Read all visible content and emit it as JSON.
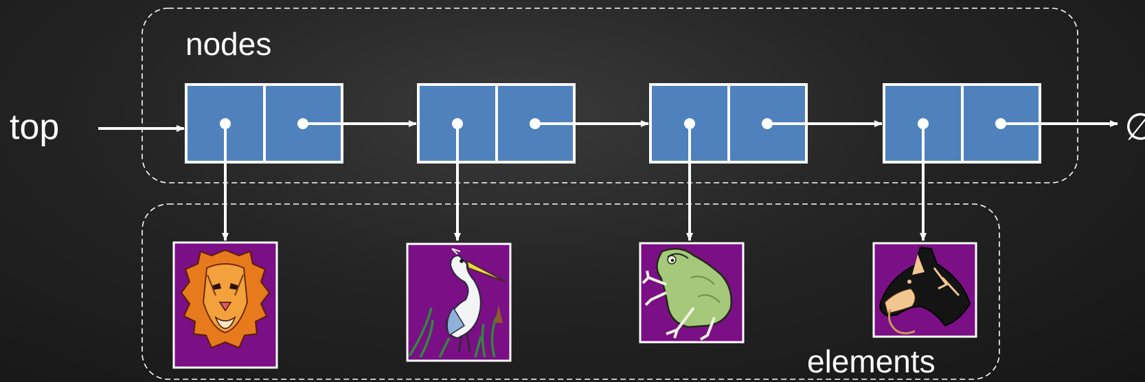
{
  "labels": {
    "top": "top",
    "nodes": "nodes",
    "elements": "elements",
    "null_symbol": "∅"
  },
  "colors": {
    "background": "#232323",
    "node_fill": "#4f81bd",
    "node_border": "#ffffff",
    "element_frame": "#7a0f86",
    "line": "#ffffff"
  },
  "nodes": [
    {
      "element": "lion"
    },
    {
      "element": "heron"
    },
    {
      "element": "frog"
    },
    {
      "element": "horse"
    }
  ],
  "elements": [
    {
      "icon": "lion-icon"
    },
    {
      "icon": "heron-icon"
    },
    {
      "icon": "frog-icon"
    },
    {
      "icon": "horse-icon"
    }
  ]
}
